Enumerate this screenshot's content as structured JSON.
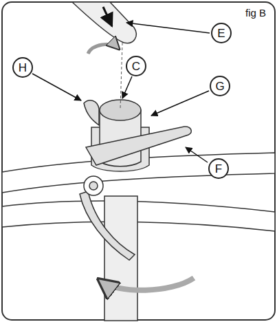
{
  "diagram": {
    "nodes": [
      {
        "text": [
          "E"
        ]
      },
      {
        "text": [
          "H"
        ]
      },
      {
        "text": [
          "C"
        ]
      },
      {
        "text": [
          "G"
        ]
      },
      {
        "text": [
          "F"
        ]
      }
    ],
    "labels": [
      "fig B"
    ]
  }
}
